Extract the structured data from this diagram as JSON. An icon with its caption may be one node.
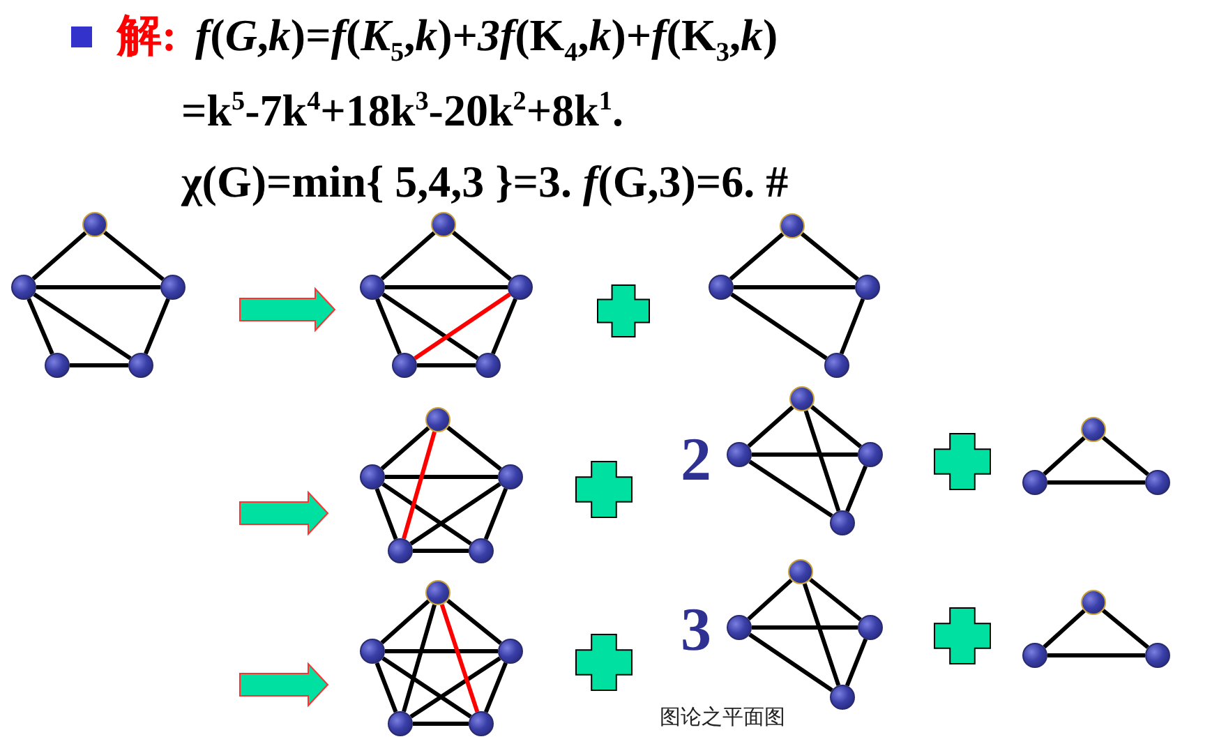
{
  "diagram": {
    "nodes": [
      {
        "text": [],
        "shape": "circle"
      },
      {
        "text": [],
        "shape": "circle"
      },
      {
        "text": [],
        "shape": "circle"
      },
      {
        "text": [],
        "shape": "circle"
      },
      {
        "text": [],
        "shape": "circle"
      },
      {
        "text": [],
        "shape": "circle"
      },
      {
        "text": [],
        "shape": "circle"
      },
      {
        "text": [],
        "shape": "circle"
      },
      {
        "text": [],
        "shape": "circle"
      },
      {
        "text": [],
        "shape": "circle"
      },
      {
        "text": [],
        "shape": "circle"
      },
      {
        "text": [],
        "shape": "circle"
      },
      {
        "text": [],
        "shape": "circle"
      },
      {
        "text": [],
        "shape": "circle"
      },
      {
        "text": [],
        "shape": "circle"
      },
      {
        "text": [],
        "shape": "circle"
      },
      {
        "text": [],
        "shape": "circle"
      },
      {
        "text": [],
        "shape": "circle"
      },
      {
        "text": [],
        "shape": "circle"
      },
      {
        "text": [],
        "shape": "circle"
      },
      {
        "text": [],
        "shape": "circle"
      },
      {
        "text": [],
        "shape": "circle"
      },
      {
        "text": [],
        "shape": "circle"
      },
      {
        "text": [],
        "shape": "circle"
      },
      {
        "text": [],
        "shape": "circle"
      },
      {
        "text": [],
        "shape": "circle"
      },
      {
        "text": [],
        "shape": "circle"
      },
      {
        "text": [],
        "shape": "circle"
      },
      {
        "text": [],
        "shape": "circle"
      },
      {
        "text": [],
        "shape": "circle"
      },
      {
        "text": [],
        "shape": "circle"
      },
      {
        "text": [],
        "shape": "circle"
      },
      {
        "text": [],
        "shape": "circle"
      },
      {
        "text": [],
        "shape": "circle"
      },
      {
        "text": [],
        "shape": "circle"
      },
      {
        "text": [],
        "shape": "circle"
      },
      {
        "text": [],
        "shape": "circle"
      },
      {
        "text": [],
        "shape": "circle"
      }
    ],
    "edges": [
      {
        "from": 0,
        "to": 1,
        "arrow": "none"
      },
      {
        "from": 0,
        "to": 2,
        "arrow": "none"
      },
      {
        "from": 1,
        "to": 2,
        "arrow": "none"
      },
      {
        "from": 1,
        "to": 3,
        "arrow": "none"
      },
      {
        "from": 1,
        "to": 4,
        "arrow": "none"
      },
      {
        "from": 2,
        "to": 4,
        "arrow": "none"
      },
      {
        "from": 3,
        "to": 4,
        "arrow": "none"
      },
      {
        "from": 5,
        "to": 6,
        "arrow": "none"
      },
      {
        "from": 5,
        "to": 7,
        "arrow": "none"
      },
      {
        "from": 6,
        "to": 7,
        "arrow": "none"
      },
      {
        "from": 6,
        "to": 8,
        "arrow": "none"
      },
      {
        "from": 6,
        "to": 9,
        "arrow": "none"
      },
      {
        "from": 7,
        "to": 9,
        "arrow": "none"
      },
      {
        "from": 8,
        "to": 9,
        "arrow": "none"
      },
      {
        "from": 8,
        "to": 7,
        "arrow": "none",
        "color": "#ff0000"
      },
      {
        "from": 10,
        "to": 11,
        "arrow": "none"
      },
      {
        "from": 10,
        "to": 12,
        "arrow": "none"
      },
      {
        "from": 11,
        "to": 12,
        "arrow": "none"
      },
      {
        "from": 11,
        "to": 13,
        "arrow": "none"
      },
      {
        "from": 12,
        "to": 13,
        "arrow": "none"
      },
      {
        "from": 14,
        "to": 15,
        "arrow": "none"
      },
      {
        "from": 14,
        "to": 16,
        "arrow": "none"
      },
      {
        "from": 15,
        "to": 16,
        "arrow": "none"
      },
      {
        "from": 15,
        "to": 17,
        "arrow": "none"
      },
      {
        "from": 15,
        "to": 18,
        "arrow": "none"
      },
      {
        "from": 16,
        "to": 17,
        "arrow": "none"
      },
      {
        "from": 16,
        "to": 18,
        "arrow": "none"
      },
      {
        "from": 17,
        "to": 18,
        "arrow": "none"
      },
      {
        "from": 14,
        "to": 17,
        "arrow": "none",
        "color": "#ff0000"
      },
      {
        "from": 19,
        "to": 20,
        "arrow": "none"
      },
      {
        "from": 19,
        "to": 21,
        "arrow": "none"
      },
      {
        "from": 20,
        "to": 21,
        "arrow": "none"
      },
      {
        "from": 20,
        "to": 22,
        "arrow": "none"
      },
      {
        "from": 19,
        "to": 22,
        "arrow": "none"
      },
      {
        "from": 21,
        "to": 22,
        "arrow": "none"
      },
      {
        "from": 23,
        "to": 24,
        "arrow": "none"
      },
      {
        "from": 23,
        "to": 25,
        "arrow": "none"
      },
      {
        "from": 24,
        "to": 25,
        "arrow": "none"
      },
      {
        "from": 26,
        "to": 27,
        "arrow": "none"
      },
      {
        "from": 26,
        "to": 28,
        "arrow": "none"
      },
      {
        "from": 26,
        "to": 29,
        "arrow": "none"
      },
      {
        "from": 27,
        "to": 28,
        "arrow": "none"
      },
      {
        "from": 27,
        "to": 29,
        "arrow": "none"
      },
      {
        "from": 27,
        "to": 30,
        "arrow": "none"
      },
      {
        "from": 28,
        "to": 29,
        "arrow": "none"
      },
      {
        "from": 28,
        "to": 30,
        "arrow": "none"
      },
      {
        "from": 29,
        "to": 30,
        "arrow": "none"
      },
      {
        "from": 26,
        "to": 30,
        "arrow": "none",
        "color": "#ff0000"
      },
      {
        "from": 31,
        "to": 32,
        "arrow": "none"
      },
      {
        "from": 31,
        "to": 33,
        "arrow": "none"
      },
      {
        "from": 32,
        "to": 33,
        "arrow": "none"
      },
      {
        "from": 32,
        "to": 34,
        "arrow": "none"
      },
      {
        "from": 31,
        "to": 34,
        "arrow": "none"
      },
      {
        "from": 33,
        "to": 34,
        "arrow": "none"
      },
      {
        "from": 35,
        "to": 36,
        "arrow": "none"
      },
      {
        "from": 35,
        "to": 37,
        "arrow": "none"
      },
      {
        "from": 36,
        "to": 37,
        "arrow": "none"
      }
    ],
    "labels": [
      "解:",
      "*f*(*G*,*k*)=*f*(*K*$_{5}$,*k*)+*3f*(K$_{4}$,*k*)+*f*(K$_{3}$,*k*)",
      "=k$^{5}$-7k$^{4}$+18k$^{3}$-20k$^{2}$+8k$^{1}$.",
      "χ(G)=min{ 5,4,3 }=3. *f*(G,3)=6. #",
      "2",
      "3",
      "图论之平面图"
    ]
  }
}
